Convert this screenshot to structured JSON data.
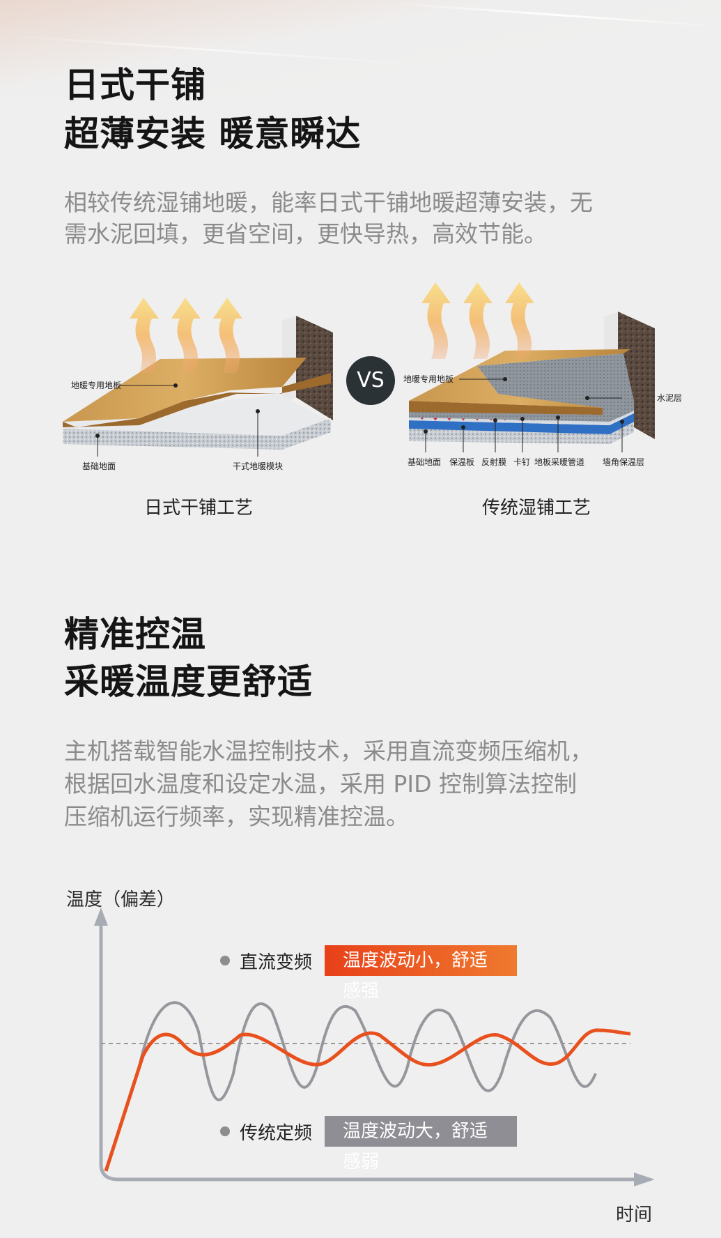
{
  "section1": {
    "title_line1": "日式干铺",
    "title_line2": "超薄安装 暖意瞬达",
    "description_line1": "相较传统湿铺地暖，能率日式干铺地暖超薄安装，无",
    "description_line2": "需水泥回填，更省空间，更快导热，高效节能。"
  },
  "comparison": {
    "vs_label": "VS",
    "left": {
      "caption": "日式干铺工艺",
      "labels": {
        "floor": "地暖专用地板",
        "base": "基础地面",
        "module": "干式地暖模块"
      }
    },
    "right": {
      "caption": "传统湿铺工艺",
      "labels": {
        "floor": "地暖专用地板",
        "cement": "水泥层",
        "base": "基础地面",
        "insulation": "保温板",
        "reflective": "反射膜",
        "clip": "卡钉",
        "pipe": "地板采暖管道",
        "corner": "墙角保温层"
      }
    }
  },
  "section2": {
    "title_line1": "精准控温",
    "title_line2": "采暖温度更舒适",
    "description_line1": "主机搭载智能水温控制技术，采用直流变频压缩机，",
    "description_line2": "根据回水温度和设定水温，采用 PID 控制算法控制",
    "description_line3": "压缩机运行频率，实现精准控温。"
  },
  "chart_data": {
    "type": "line",
    "ylabel": "温度（偏差）",
    "xlabel": "时间",
    "series": [
      {
        "name": "直流变频",
        "tag": "温度波动小，舒适感强",
        "color": "#e8501e"
      },
      {
        "name": "传统定频",
        "tag": "温度波动大，舒适感弱",
        "color": "#8e8e94"
      }
    ],
    "setpoint_line": "dashed"
  },
  "colors": {
    "accent_orange": "#e8501e",
    "gray_tag": "#8e8e94",
    "title": "#151515",
    "body_text": "#8b8b8b"
  }
}
